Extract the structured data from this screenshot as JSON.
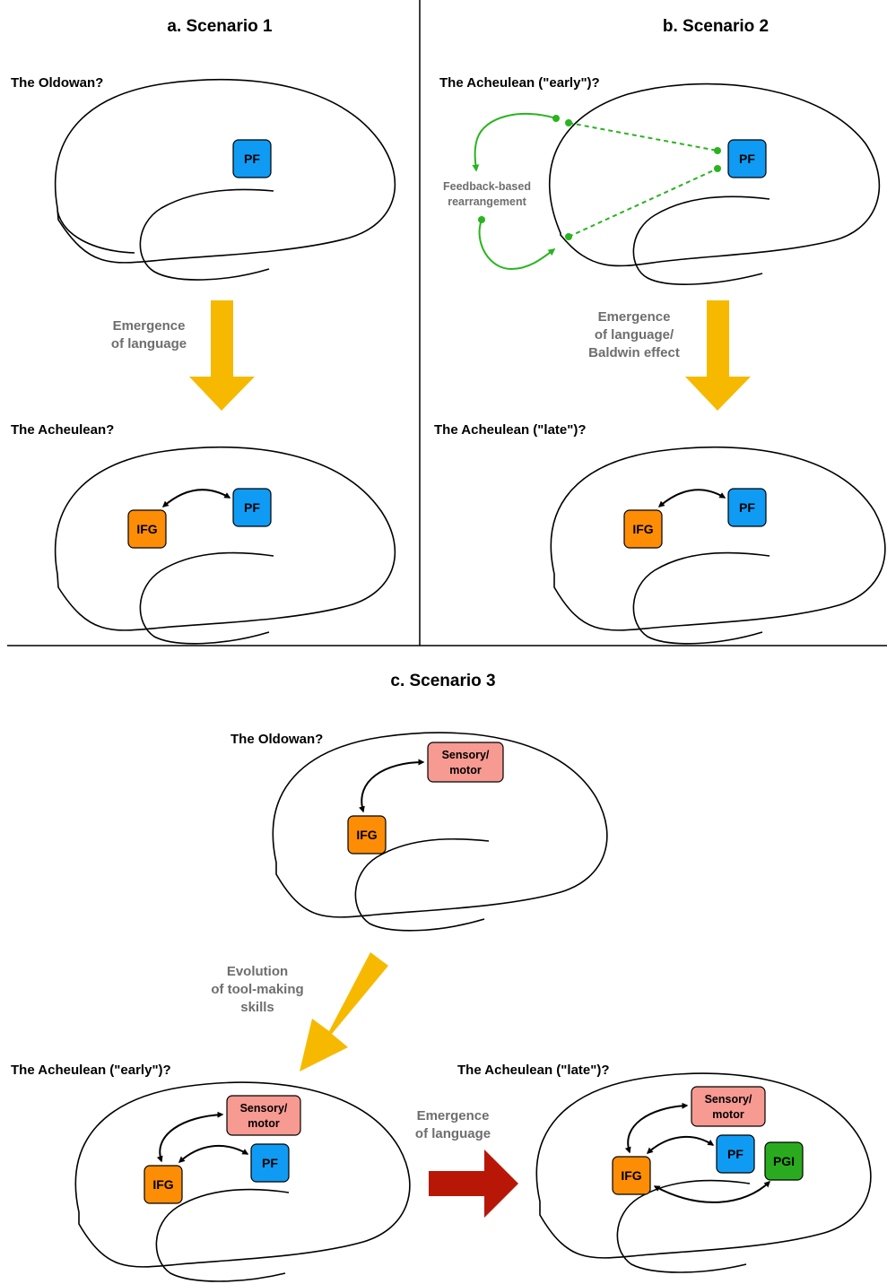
{
  "panels": {
    "a": {
      "title": "a. Scenario 1",
      "top_label": "The Oldowan?",
      "transition_line1": "Emergence",
      "transition_line2": "of language",
      "bottom_label": "The Acheulean?"
    },
    "b": {
      "title": "b. Scenario 2",
      "top_label": "The Acheulean (\"early\")?",
      "feedback_line1": "Feedback-based",
      "feedback_line2": "rearrangement",
      "transition_line1": "Emergence",
      "transition_line2": "of language/",
      "transition_line3": "Baldwin effect",
      "bottom_label": "The Acheulean (\"late\")?"
    },
    "c": {
      "title": "c. Scenario 3",
      "top_label": "The Oldowan?",
      "transition1_line1": "Evolution",
      "transition1_line2": "of tool-making",
      "transition1_line3": "skills",
      "left_label": "The Acheulean (\"early\")?",
      "transition2_line1": "Emergence",
      "transition2_line2": "of language",
      "right_label": "The Acheulean (\"late\")?"
    }
  },
  "regions": {
    "pf": "PF",
    "ifg": "IFG",
    "pgi": "PGI",
    "sensory_line1": "Sensory/",
    "sensory_line2": "motor"
  },
  "colors": {
    "pf": "#0f9bf3",
    "ifg": "#fe8d06",
    "sensory": "#f79a92",
    "pgi": "#2aab1f",
    "yellow_arrow": "#f6b900",
    "red_arrow": "#b81707",
    "green": "#29b41f",
    "note_gray": "#6e6e6e"
  }
}
